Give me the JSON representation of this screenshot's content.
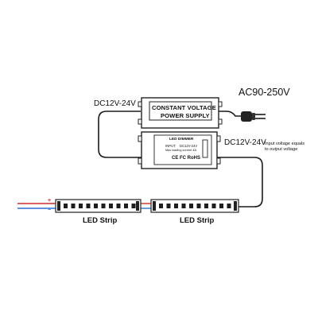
{
  "power_supply": {
    "input_label": "AC90-250V",
    "output_label": "DC12V-24V",
    "box_line1": "CONSTANT VOLTAGE",
    "box_line2": "POWER SUPPLY"
  },
  "dimmer": {
    "title": "LED DIMMER",
    "input_text": "INPUT:",
    "input_value": "DC12V-24V",
    "load_text": "Max loading current 4A",
    "marks": "CE FC RoHS",
    "output_label": "DC12V-24V",
    "note_line1": "Input voltage equals",
    "note_line2": "to output voltage"
  },
  "strip_polarity": {
    "plus": "+",
    "minus": "−"
  },
  "strips": [
    {
      "label": "LED Strip"
    },
    {
      "label": "LED Strip"
    }
  ],
  "colors": {
    "wire": "#1a1a1a",
    "red_wire": "#d22b2b",
    "blue_wire": "#2f6fd6",
    "box_stroke": "#222222"
  }
}
